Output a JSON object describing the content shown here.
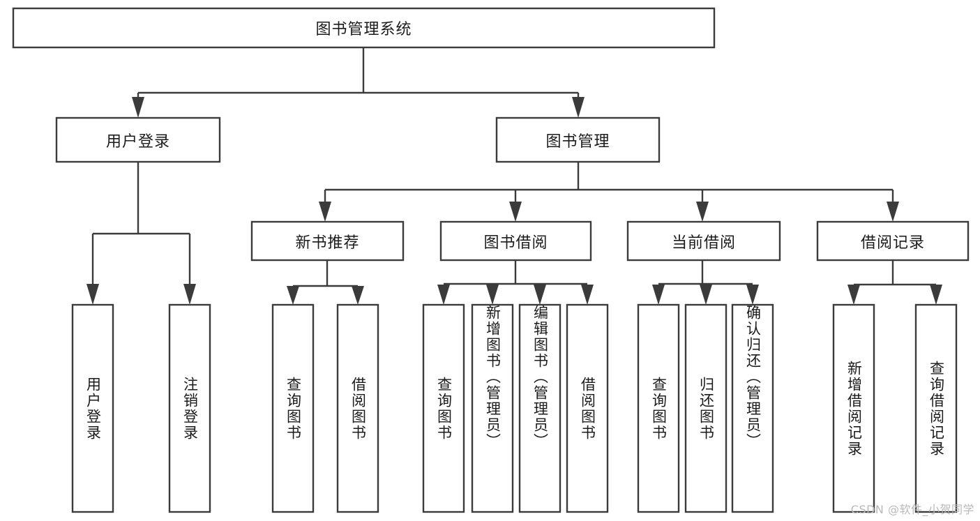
{
  "diagram": {
    "type": "tree-hierarchy",
    "title": "图书管理系统",
    "watermark": "CSDN @软件_小贺同学",
    "colors": {
      "box_stroke": "#3b3b3b",
      "box_fill": "#ffffff",
      "text": "#1b1b1b",
      "background": "#ffffff",
      "watermark": "#b9b9b9"
    },
    "levels": {
      "root": "图书管理系统",
      "level2": [
        "用户登录",
        "图书管理"
      ],
      "level3": [
        "新书推荐",
        "图书借阅",
        "当前借阅",
        "借阅记录"
      ]
    },
    "nodes": {
      "root": {
        "label": "图书管理系统"
      },
      "user_login": {
        "label": "用户登录"
      },
      "book_manage": {
        "label": "图书管理"
      },
      "new_book_rec": {
        "label": "新书推荐"
      },
      "book_borrow": {
        "label": "图书借阅"
      },
      "current_borrow": {
        "label": "当前借阅"
      },
      "borrow_record": {
        "label": "借阅记录"
      }
    },
    "leaves": {
      "user_login": [
        {
          "label": "用户登录"
        },
        {
          "label": "注销登录"
        }
      ],
      "new_book_rec": [
        {
          "label": "查询图书"
        },
        {
          "label": "借阅图书"
        }
      ],
      "book_borrow": [
        {
          "label": "查询图书"
        },
        {
          "label": "新增图书（管理员）"
        },
        {
          "label": "编辑图书（管理员）"
        },
        {
          "label": "借阅图书"
        }
      ],
      "current_borrow": [
        {
          "label": "查询图书"
        },
        {
          "label": "归还图书"
        },
        {
          "label": "确认归还（管理员）"
        }
      ],
      "borrow_record": [
        {
          "label": "新增借阅记录"
        },
        {
          "label": "查询借阅记录"
        }
      ]
    }
  }
}
